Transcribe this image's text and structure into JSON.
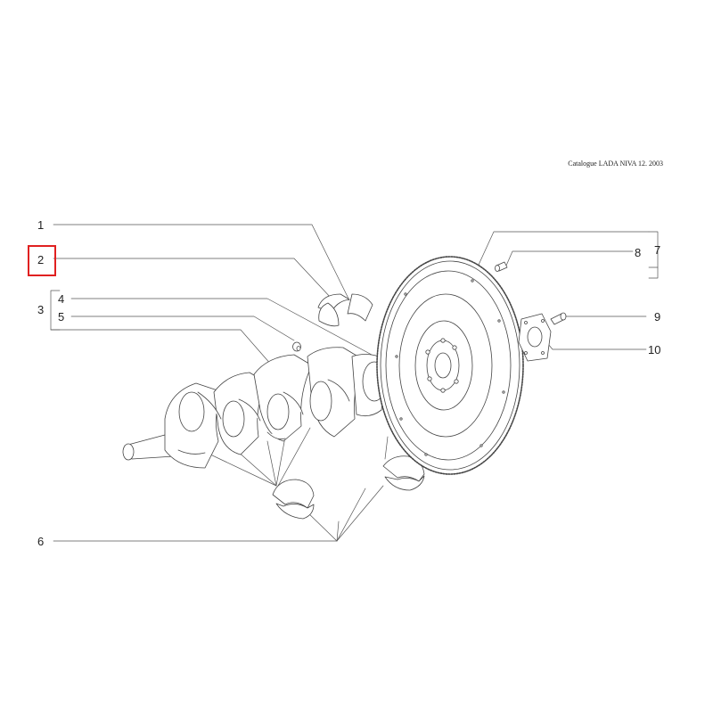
{
  "header": {
    "catalogue_note": "Catalogue LADA NIVA 12. 2003"
  },
  "callouts": [
    "1",
    "2",
    "3",
    "4",
    "5",
    "6",
    "7",
    "8",
    "9",
    "10"
  ],
  "highlight": {
    "target_callout": "2",
    "color": "#e02020"
  }
}
